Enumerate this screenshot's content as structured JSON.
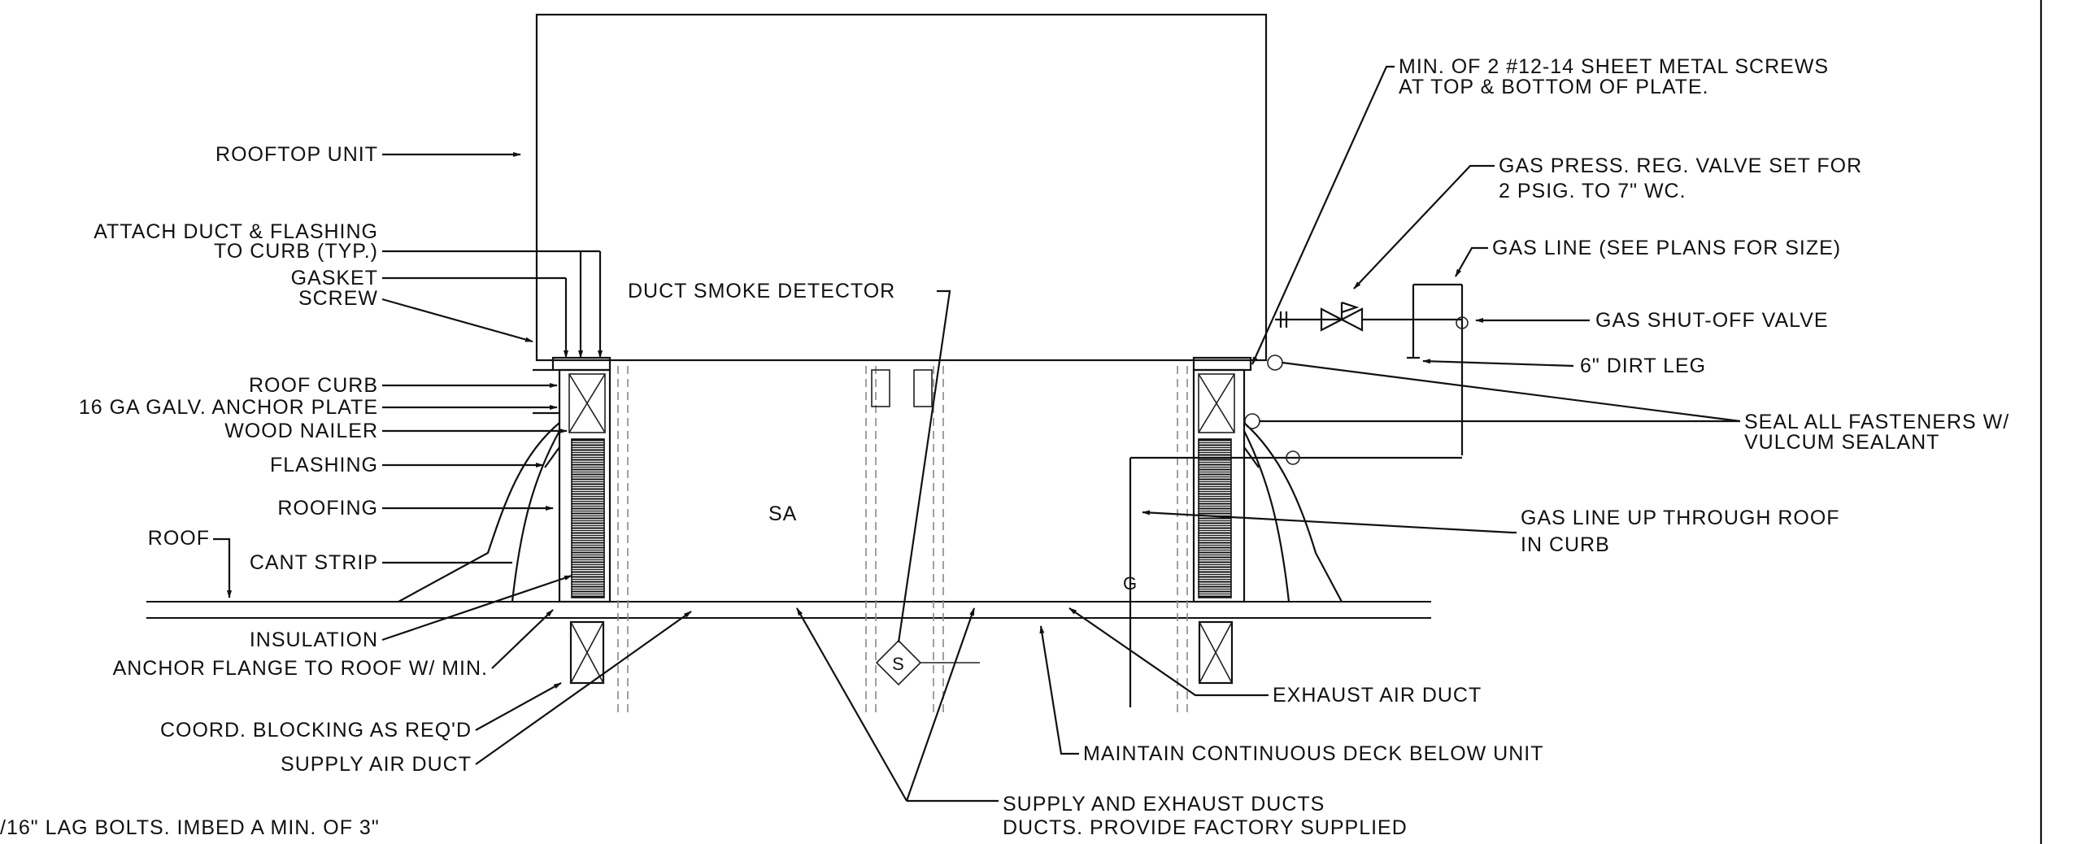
{
  "diagram": {
    "colors": {
      "line": "#111111",
      "hidden_line": "#888888",
      "background": "#ffffff"
    },
    "labels": {
      "rooftop_unit": "ROOFTOP UNIT",
      "attach_duct_1": "ATTACH DUCT & FLASHING",
      "attach_duct_2": "TO CURB (TYP.)",
      "gasket": "GASKET",
      "screw": "SCREW",
      "duct_smoke_detector": "DUCT SMOKE DETECTOR",
      "roof_curb": "ROOF CURB",
      "anchor_plate": "16 GA GALV. ANCHOR PLATE",
      "wood_nailer": "WOOD NAILER",
      "flashing": "FLASHING",
      "roofing": "ROOFING",
      "roof": "ROOF",
      "cant_strip": "CANT STRIP",
      "insulation": "INSULATION",
      "anchor_flange": "ANCHOR FLANGE TO ROOF W/ MIN.",
      "coord_blocking": "COORD. BLOCKING AS REQ'D",
      "supply_air_duct": "SUPPLY AIR DUCT",
      "lag_bolts": "/16\" LAG BOLTS.  IMBED A MIN. OF 3\"",
      "sa": "SA",
      "smoke_symbol": "S",
      "gas_symbol": "G",
      "sheet_metal_screws_1": "MIN. OF 2 #12-14 SHEET METAL SCREWS",
      "sheet_metal_screws_2": "AT TOP & BOTTOM OF PLATE.",
      "gas_press_1": "GAS PRESS. REG. VALVE SET FOR",
      "gas_press_2": "2 PSIG. TO 7\" WC.",
      "gas_line": "GAS LINE (SEE PLANS FOR SIZE)",
      "gas_shutoff": "GAS SHUT-OFF VALVE",
      "dirt_leg": "6\" DIRT LEG",
      "seal_fasteners_1": "SEAL ALL FASTENERS W/",
      "seal_fasteners_2": "VULCUM SEALANT",
      "gas_line_up_1": "GAS LINE UP THROUGH ROOF",
      "gas_line_up_2": "IN CURB",
      "exhaust_air_duct": "EXHAUST AIR DUCT",
      "maintain_deck": "MAINTAIN CONTINUOUS DECK BELOW UNIT",
      "supply_exhaust_1": "SUPPLY AND EXHAUST DUCTS",
      "supply_exhaust_2": "DUCTS.  PROVIDE FACTORY SUPPLIED"
    }
  }
}
